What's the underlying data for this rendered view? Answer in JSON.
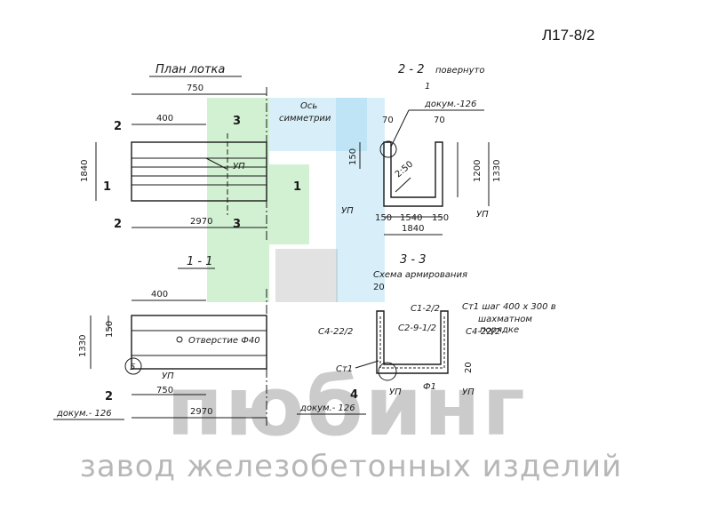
{
  "sheet_code": "Л17-8/2",
  "watermark": {
    "word": "пюбинг",
    "subtitle": "завод железобетонных изделий",
    "colors": {
      "green": "#7fd47f",
      "blue": "#8fd0ee",
      "gray": "#8d8d8d"
    }
  },
  "plan": {
    "title": "План лотка",
    "axis_label_1": "Ось",
    "axis_label_2": "симметрии",
    "dims": {
      "width_half": "750",
      "width_part": "400",
      "height": "1840",
      "length": "2970"
    },
    "up_label": "УП",
    "section_marks": {
      "sec2": "2",
      "sec3": "3",
      "sec1": "1"
    }
  },
  "section22": {
    "title": "2 - 2",
    "subtitle": "повернуто",
    "callout": "1",
    "doc_ref": "докум.-126",
    "dims": {
      "top_left": "70",
      "top_right": "70",
      "h_left": "150",
      "h_mid": "1200",
      "h_total": "1330",
      "bot_left": "150",
      "bot_mid": "1540",
      "bot_right": "150",
      "bot_total": "1840",
      "slope": "2:50"
    },
    "up_left": "УП",
    "up_right": "УП"
  },
  "section11": {
    "title": "1 - 1",
    "dims": {
      "top": "400",
      "h_top": "150",
      "h_total": "1330",
      "bottom": "750",
      "length": "2970"
    },
    "hole_label": "Отверстие Ф40",
    "up_label": "УП",
    "callout": "2",
    "doc_ref": "докум.- 126",
    "circle_num": "5"
  },
  "section33": {
    "title": "3 - 3",
    "subtitle": "Схема армирования",
    "dims": {
      "top": "20",
      "right": "20"
    },
    "labels": {
      "c1": "С1-2/2",
      "c2": "С2-9-1/2",
      "c4_left": "С4-22/2",
      "c4_right": "С4-22/2",
      "ct1_note_1": "Ст1 шаг 400 х 300 в",
      "ct1_note_2": "шахматном",
      "ct1_note_3": "порядке",
      "ct1_left": "Ст1",
      "up_mid": "УП",
      "up_right": "УП",
      "f1": "Ф1",
      "callout": "4",
      "doc_ref": "докум.- 126"
    }
  }
}
